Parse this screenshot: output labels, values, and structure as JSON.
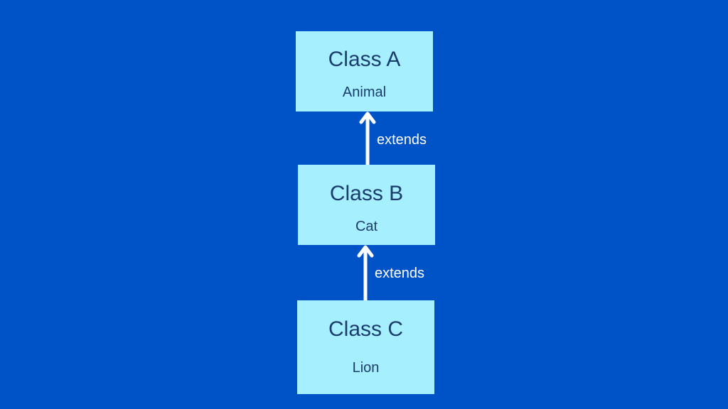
{
  "colors": {
    "background": "#0052c7",
    "node_fill": "#a6efff",
    "node_text": "#1b3d6e",
    "arrow": "#ffffff",
    "edge_label": "#ffffff"
  },
  "nodes": [
    {
      "title": "Class A",
      "subtitle": "Animal"
    },
    {
      "title": "Class B",
      "subtitle": "Cat"
    },
    {
      "title": "Class C",
      "subtitle": "Lion"
    }
  ],
  "edges": [
    {
      "from": "Class B",
      "to": "Class A",
      "label": "extends"
    },
    {
      "from": "Class C",
      "to": "Class B",
      "label": "extends"
    }
  ]
}
